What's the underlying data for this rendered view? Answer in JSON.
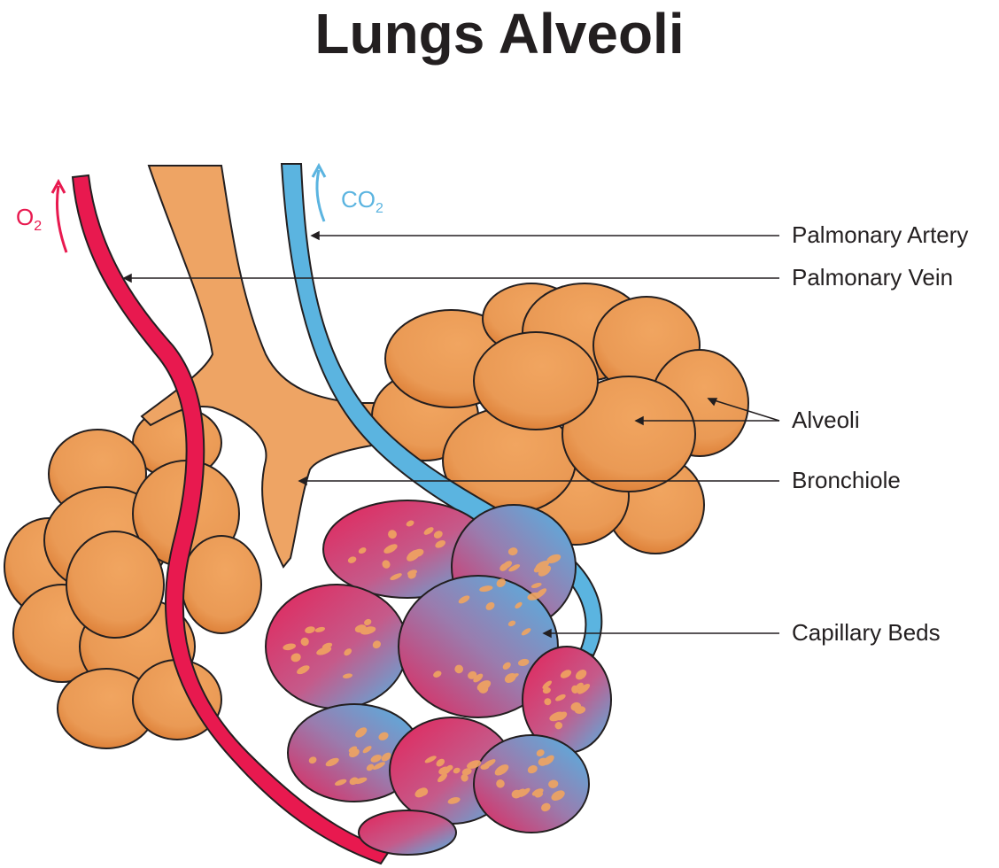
{
  "title": "Lungs Alveoli",
  "gases": {
    "oxygen": {
      "symbol": "O",
      "subscript": "2"
    },
    "carbon_dioxide": {
      "symbol": "CO",
      "subscript": "2"
    }
  },
  "labels": {
    "pulmonary_artery": "Palmonary Artery",
    "pulmonary_vein": "Palmonary Vein",
    "alveoli": "Alveoli",
    "bronchiole": "Bronchiole",
    "capillary_beds": "Capillary Beds"
  },
  "colors": {
    "artery": "#e8194f",
    "vein": "#5bb4e0",
    "alveolus_light": "#f1a560",
    "alveolus_dark": "#d8742a",
    "bronchiole": "#eea464",
    "capillary_red": "#e3245a",
    "capillary_blue": "#4fb5e6",
    "text": "#231f20"
  }
}
